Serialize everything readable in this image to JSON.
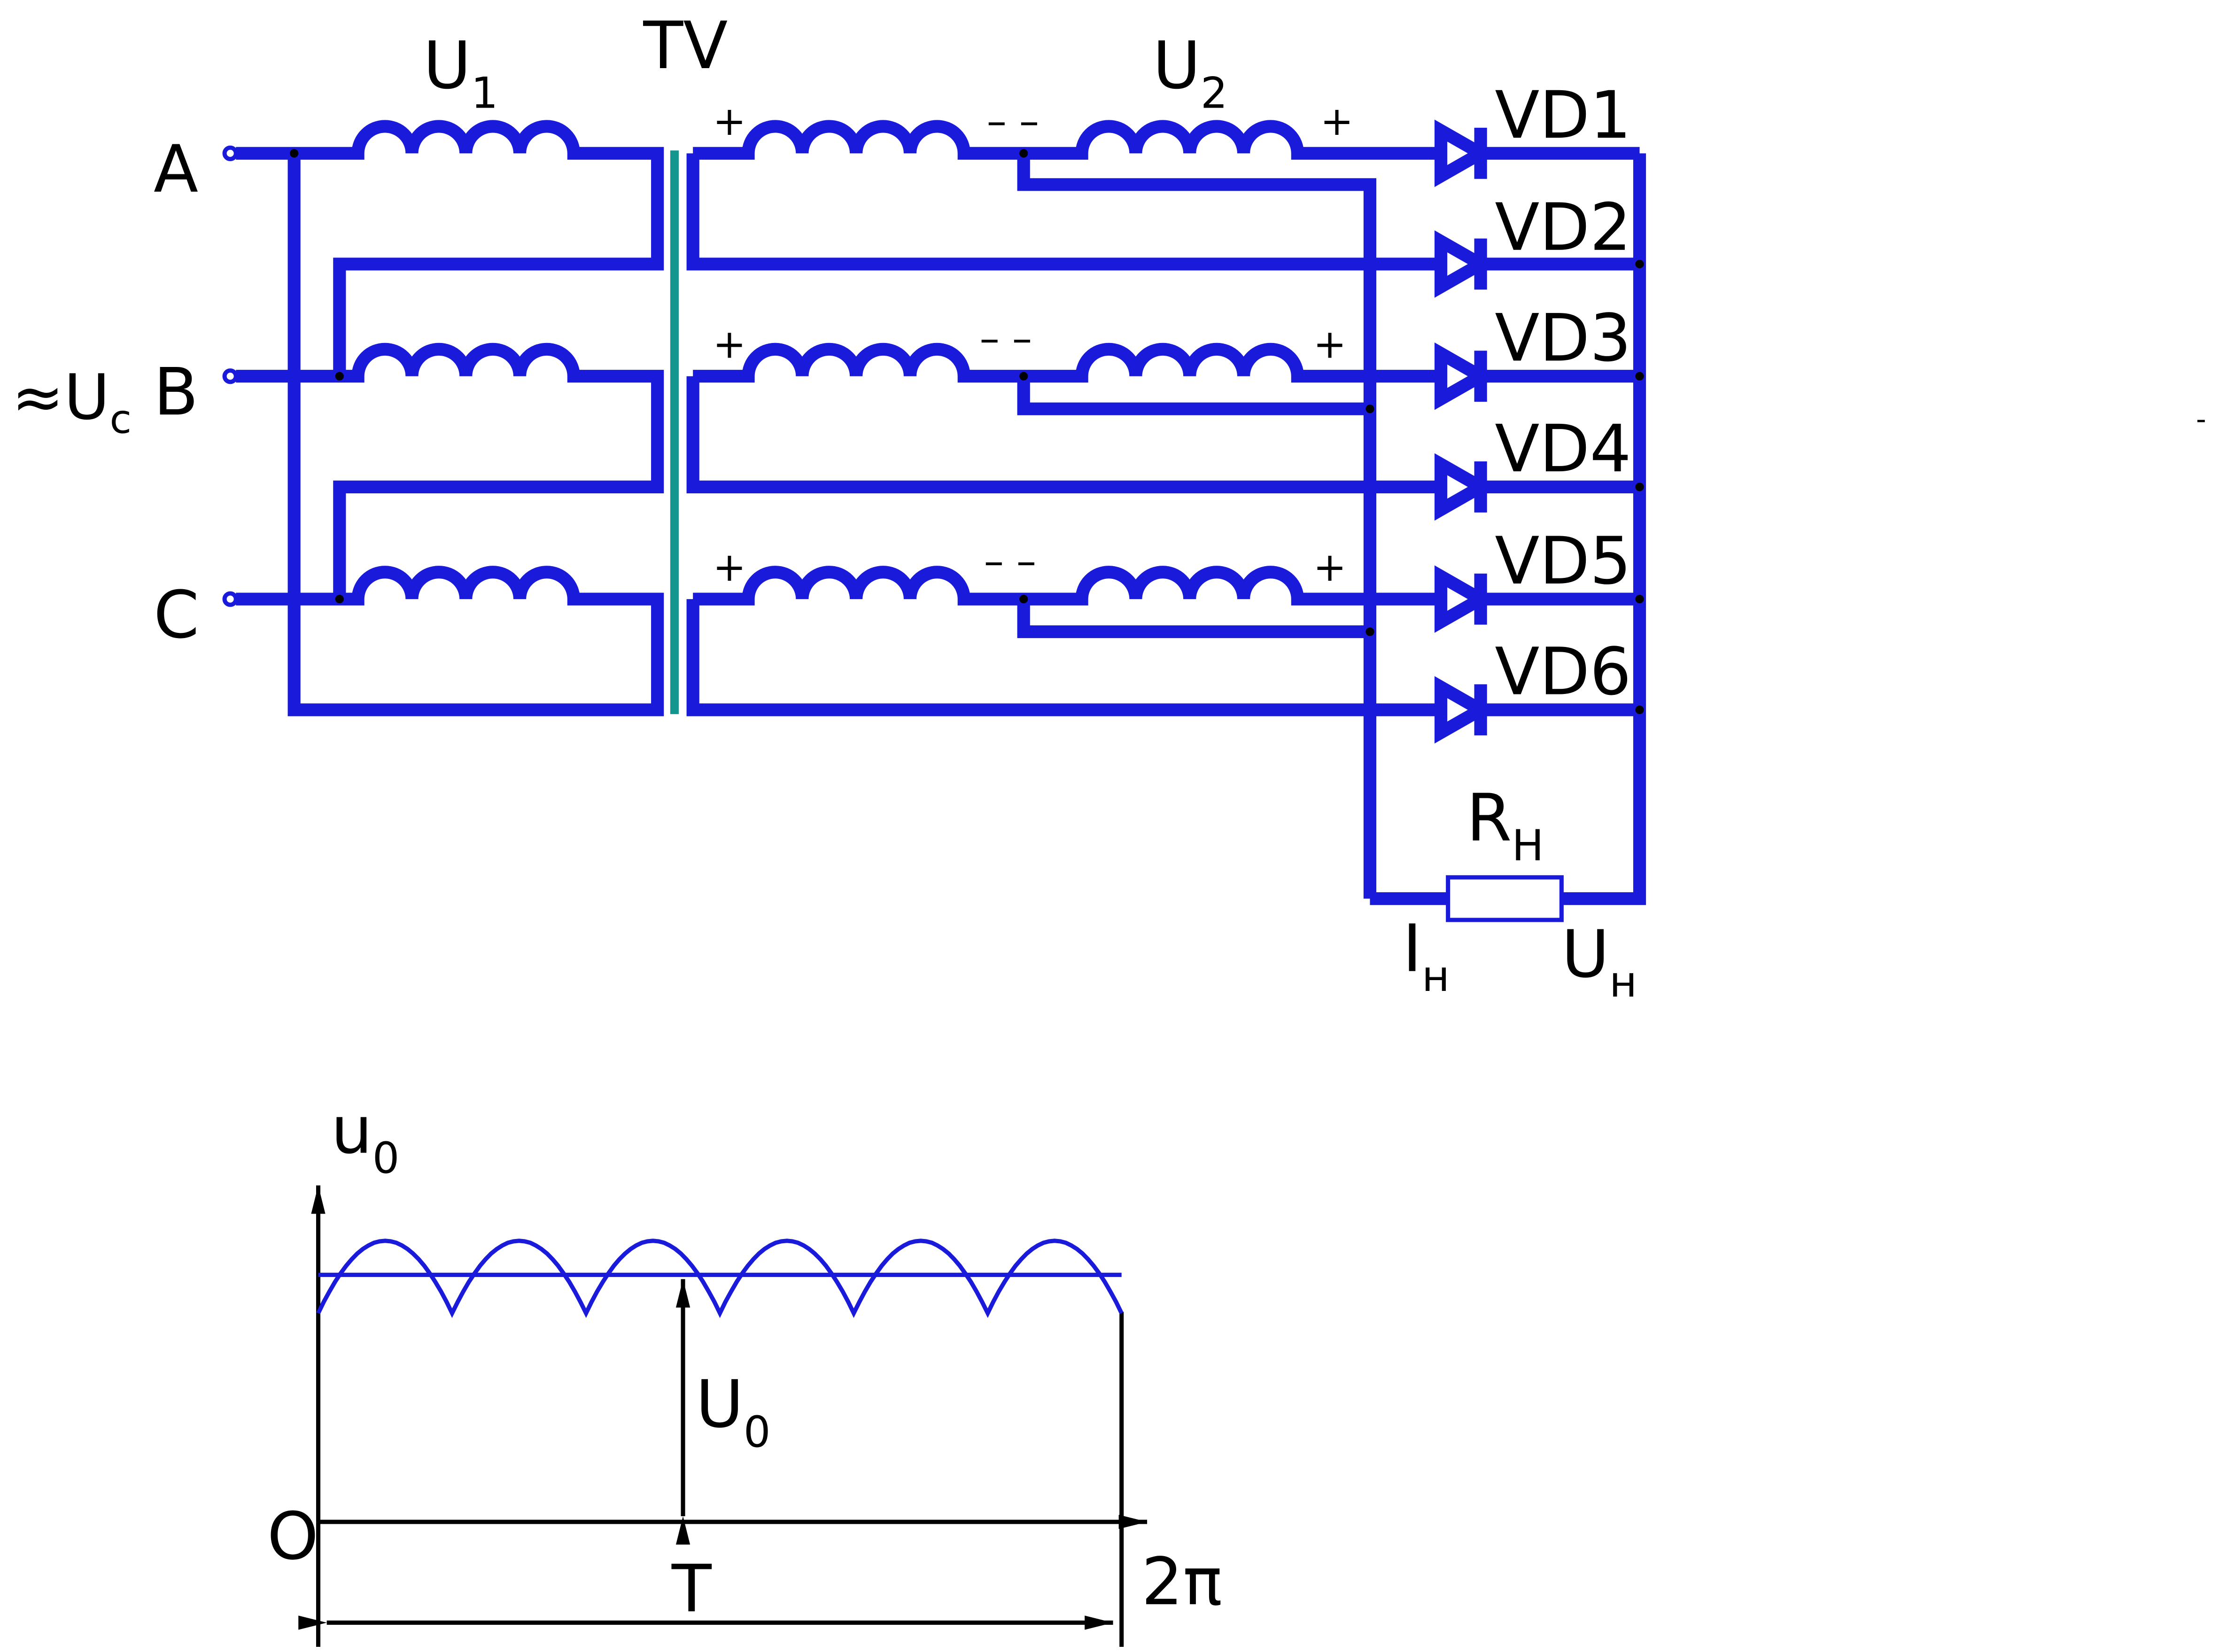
{
  "colors": {
    "wire": "#1a1adb",
    "core": "#13968e",
    "text": "#000000",
    "background": "#ffffff"
  },
  "circuit": {
    "source_label": "≈U",
    "source_sub": "c",
    "phases": [
      "A",
      "B",
      "C"
    ],
    "primary_label": "U",
    "primary_sub": "1",
    "transformer_label": "TV",
    "secondary_label": "U",
    "secondary_sub": "2",
    "plus_sign": "+",
    "minus_sign": "– –",
    "diodes": [
      "VD1",
      "VD2",
      "VD3",
      "VD4",
      "VD5",
      "VD6"
    ],
    "load_label": "R",
    "load_sub": "Н",
    "current_label": "I",
    "current_sub": "н",
    "voltage_label": "U",
    "voltage_sub": "н",
    "edge_mark": "-"
  },
  "waveform": {
    "y_axis_label": "u",
    "y_axis_sub": "0",
    "dc_label": "U",
    "dc_sub": "0",
    "origin_label": "O",
    "x_end_label": "2π",
    "period_label": "T",
    "pulses_per_period": 6
  }
}
